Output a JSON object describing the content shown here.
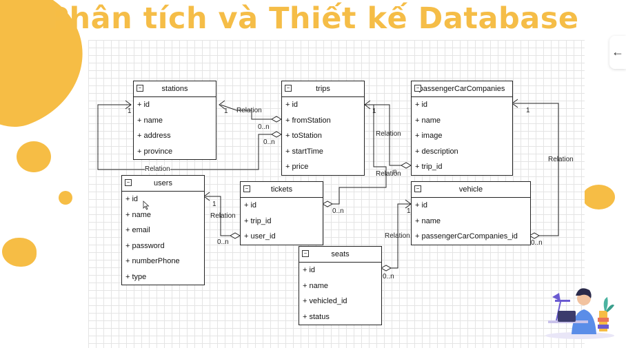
{
  "title": "Phân tích và Thiết kế Database",
  "entities": {
    "stations": {
      "name": "stations",
      "fields": [
        "+ id",
        "+ name",
        "+ address",
        "+ province"
      ]
    },
    "trips": {
      "name": "trips",
      "fields": [
        "+ id",
        "+ fromStation",
        "+ toStation",
        "+ startTime",
        "+ price"
      ]
    },
    "companies": {
      "name": "passengerCarCompanies",
      "fields": [
        "+ id",
        "+ name",
        "+ image",
        "+ description",
        "+ trip_id"
      ]
    },
    "users": {
      "name": "users",
      "fields": [
        "+ id",
        "+ name",
        "+ email",
        "+ password",
        "+ numberPhone",
        "+ type"
      ]
    },
    "tickets": {
      "name": "tickets",
      "fields": [
        "+ id",
        "+ trip_id",
        "+ user_id"
      ]
    },
    "vehicle": {
      "name": "vehicle",
      "fields": [
        "+ id",
        "+ name",
        "+ passengerCarCompanies_id"
      ]
    },
    "seats": {
      "name": "seats",
      "fields": [
        "+ id",
        "+ name",
        "+ vehicled_id",
        "+ status"
      ]
    }
  },
  "labels": {
    "relation": "Relation",
    "one": "1",
    "zero_n": "0..n",
    "n": "n"
  },
  "icons": {
    "collapse": "minus-icon",
    "back": "arrow-left-icon"
  },
  "colors": {
    "accent": "#f5bd47",
    "line": "#222222",
    "grid": "#e4e4e4"
  }
}
